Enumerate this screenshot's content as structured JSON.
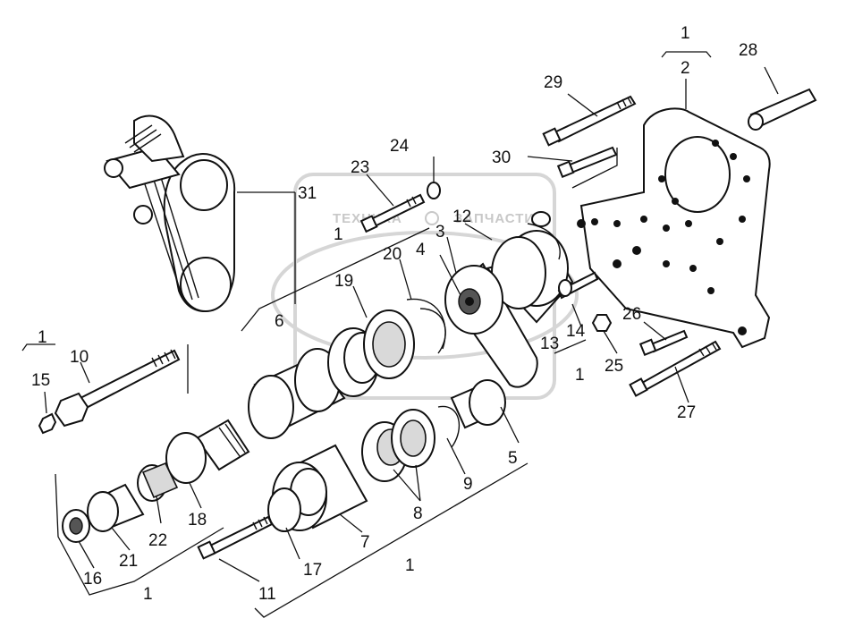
{
  "watermark": {
    "left_text": "ТЕХНИКА",
    "right_text": "ЗАПЧАСТИ"
  },
  "callouts": {
    "c1_top": "1",
    "c2": "2",
    "c28": "28",
    "c29": "29",
    "c30": "30",
    "c24": "24",
    "c23": "23",
    "c31": "31",
    "c12": "12",
    "c3": "3",
    "c1_mid": "1",
    "c4": "4",
    "c20": "20",
    "c19": "19",
    "c6": "6",
    "c26": "26",
    "c14": "14",
    "c13": "13",
    "c25": "25",
    "c1_right": "1",
    "c27": "27",
    "c1_left": "1",
    "c10": "10",
    "c15": "15",
    "c5": "5",
    "c9": "9",
    "c8": "8",
    "c18": "18",
    "c7": "7",
    "c22": "22",
    "c21": "21",
    "c16": "16",
    "c17": "17",
    "c1_bottom": "1",
    "c1_bottomleft": "1",
    "c11": "11"
  }
}
